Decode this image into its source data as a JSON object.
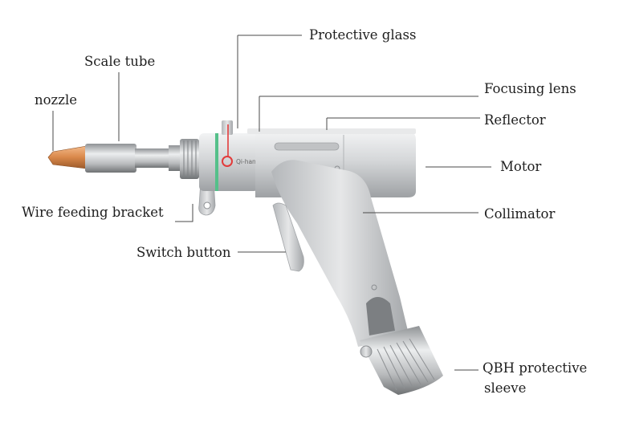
{
  "diagram": {
    "labels": {
      "protective_glass": "Protective glass",
      "scale_tube": "Scale tube",
      "nozzle": "nozzle",
      "focusing_lens": "Focusing lens",
      "reflector": "Reflector",
      "motor": "Motor",
      "collimator": "Collimator",
      "wire_feeding_bracket": "Wire feeding bracket",
      "switch_button": "Switch button",
      "qbh_line1": "QBH protective",
      "qbh_line2": "sleeve"
    },
    "device_badge": "Qi-hang",
    "colors": {
      "nozzle_copper": "#d9884a",
      "accent_green": "#55c08a",
      "accent_red": "#e23b3b",
      "body_gray": "#c9cbcd",
      "leader_line": "#4a4a4a"
    }
  }
}
